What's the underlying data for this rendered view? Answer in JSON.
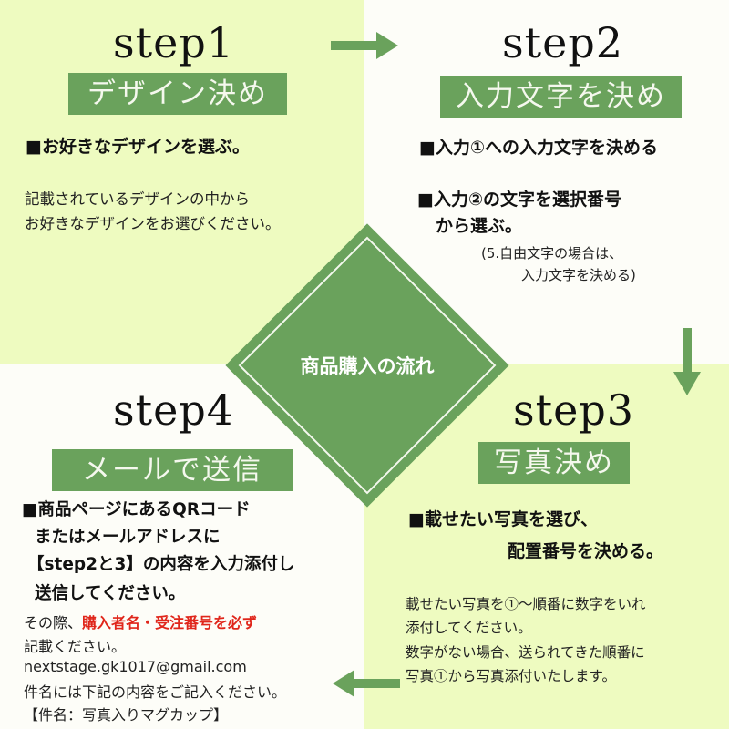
{
  "title": "商品購入の流れ",
  "colors": {
    "accent_green": "#6aa25c",
    "lime_bg": "#eefbc0",
    "white_bg": "#fdfdf8",
    "highlight_red": "#e0261b"
  },
  "steps": [
    {
      "heading": "step1",
      "label": "デザイン決め",
      "bold_lines": [
        "■お好きなデザインを選ぶ。"
      ],
      "text_lines": [
        "記載されているデザインの中から",
        "お好きなデザインをお選びください。"
      ]
    },
    {
      "heading": "step2",
      "label": "入力文字を決め",
      "bold_lines": [
        "■入力①への入力文字を決める",
        "■入力②の文字を選択番号",
        "から選ぶ。"
      ],
      "text_lines": [
        "(5.自由文字の場合は、",
        "入力文字を決める)"
      ]
    },
    {
      "heading": "step3",
      "label": "写真決め",
      "bold_lines": [
        "■載せたい写真を選び、",
        "配置番号を決める。"
      ],
      "text_lines": [
        "載せたい写真を①～順番に数字をいれ",
        "添付してください。",
        "数字がない場合、送られてきた順番に",
        "写真①から写真添付いたします。"
      ]
    },
    {
      "heading": "step4",
      "label": "メールで送信",
      "bold_lines": [
        "■商品ページにあるQRコード",
        "またはメールアドレスに",
        "【step2と3】の内容を入力添付し",
        "送信してください。"
      ],
      "note_prefix": "その際、",
      "note_highlight": "購入者名・受注番号を必ず",
      "text_lines": [
        "記載ください。",
        "nextstage.gk1017@gmail.com",
        "件名には下記の内容をご記入ください。",
        "【件名：写真入りマグカップ】"
      ]
    }
  ],
  "arrows": [
    {
      "from": "step1",
      "to": "step2",
      "direction": "right",
      "icon": "arrow-right-icon"
    },
    {
      "from": "step2",
      "to": "step3",
      "direction": "down",
      "icon": "arrow-down-icon"
    },
    {
      "from": "step3",
      "to": "step4",
      "direction": "left",
      "icon": "arrow-left-icon"
    }
  ]
}
